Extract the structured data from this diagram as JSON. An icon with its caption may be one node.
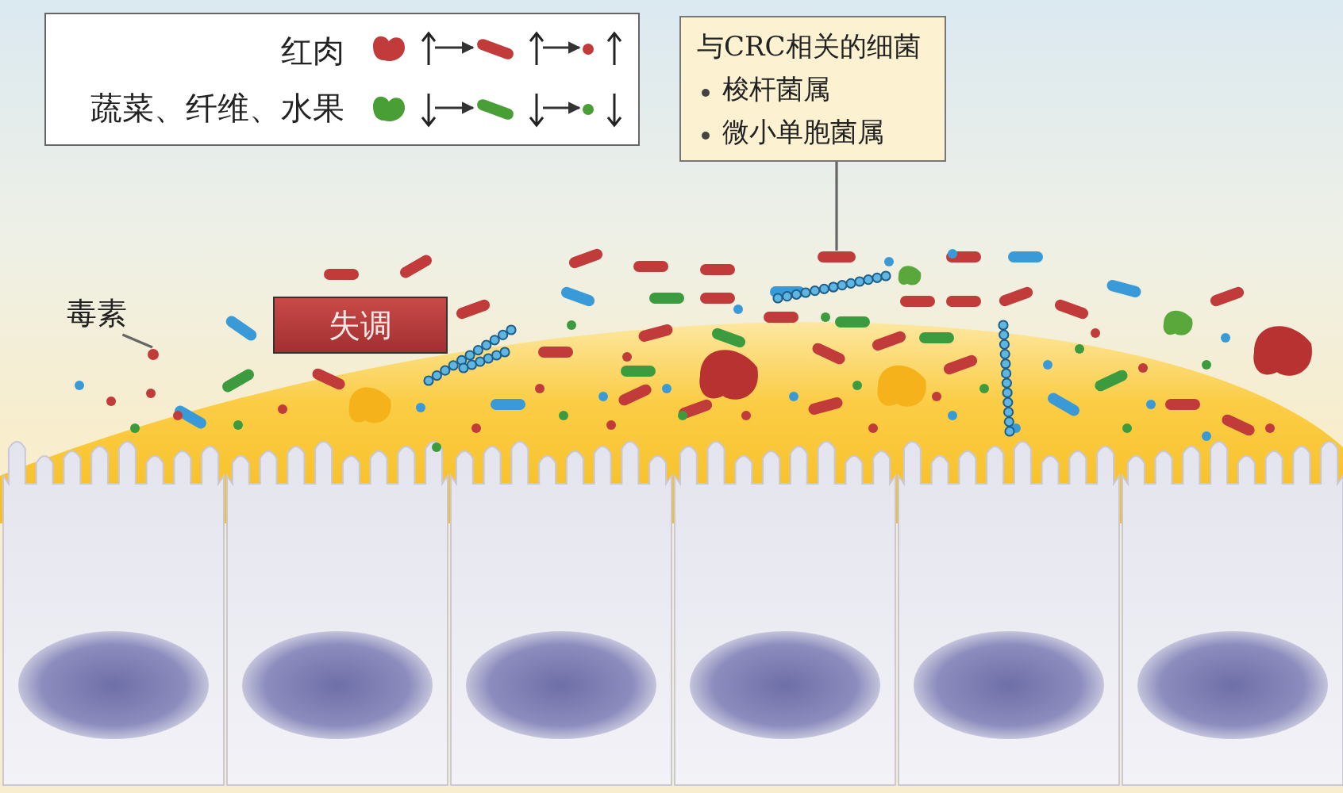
{
  "diagram": {
    "nodes": [
      {
        "text": [
          "红肉",
          "蔬菜、纤维、水果"
        ]
      },
      {
        "text": [],
        "shape": "picture",
        "in": 0
      },
      {
        "text": [],
        "shape": "bar",
        "in": 0
      },
      {
        "text": [],
        "shape": "circle",
        "in": 0
      },
      {
        "text": [],
        "shape": "picture",
        "in": 0
      },
      {
        "text": [],
        "shape": "bar",
        "in": 0
      },
      {
        "text": [],
        "shape": "circle",
        "in": 0
      },
      {
        "text": [
          "与CRC相关的细菌",
          "梭杆菌属",
          "微小单胞菌属"
        ]
      },
      {
        "text": [],
        "shape": "bar"
      },
      {
        "text": [
          "毒素"
        ]
      },
      {
        "text": [],
        "shape": "circle"
      },
      {
        "text": [
          "失调"
        ]
      }
    ],
    "edges": [
      {
        "from": 1,
        "to": 2,
        "arrow": "to"
      },
      {
        "from": 2,
        "to": 3,
        "arrow": "to"
      },
      {
        "from": 4,
        "to": 5,
        "arrow": "to"
      },
      {
        "from": 5,
        "to": 6,
        "arrow": "to"
      },
      {
        "from": 7,
        "to": 8,
        "arrow": "none",
        "color": "#666666"
      },
      {
        "from": 9,
        "to": 10,
        "arrow": "none",
        "color": "#666666"
      }
    ]
  }
}
